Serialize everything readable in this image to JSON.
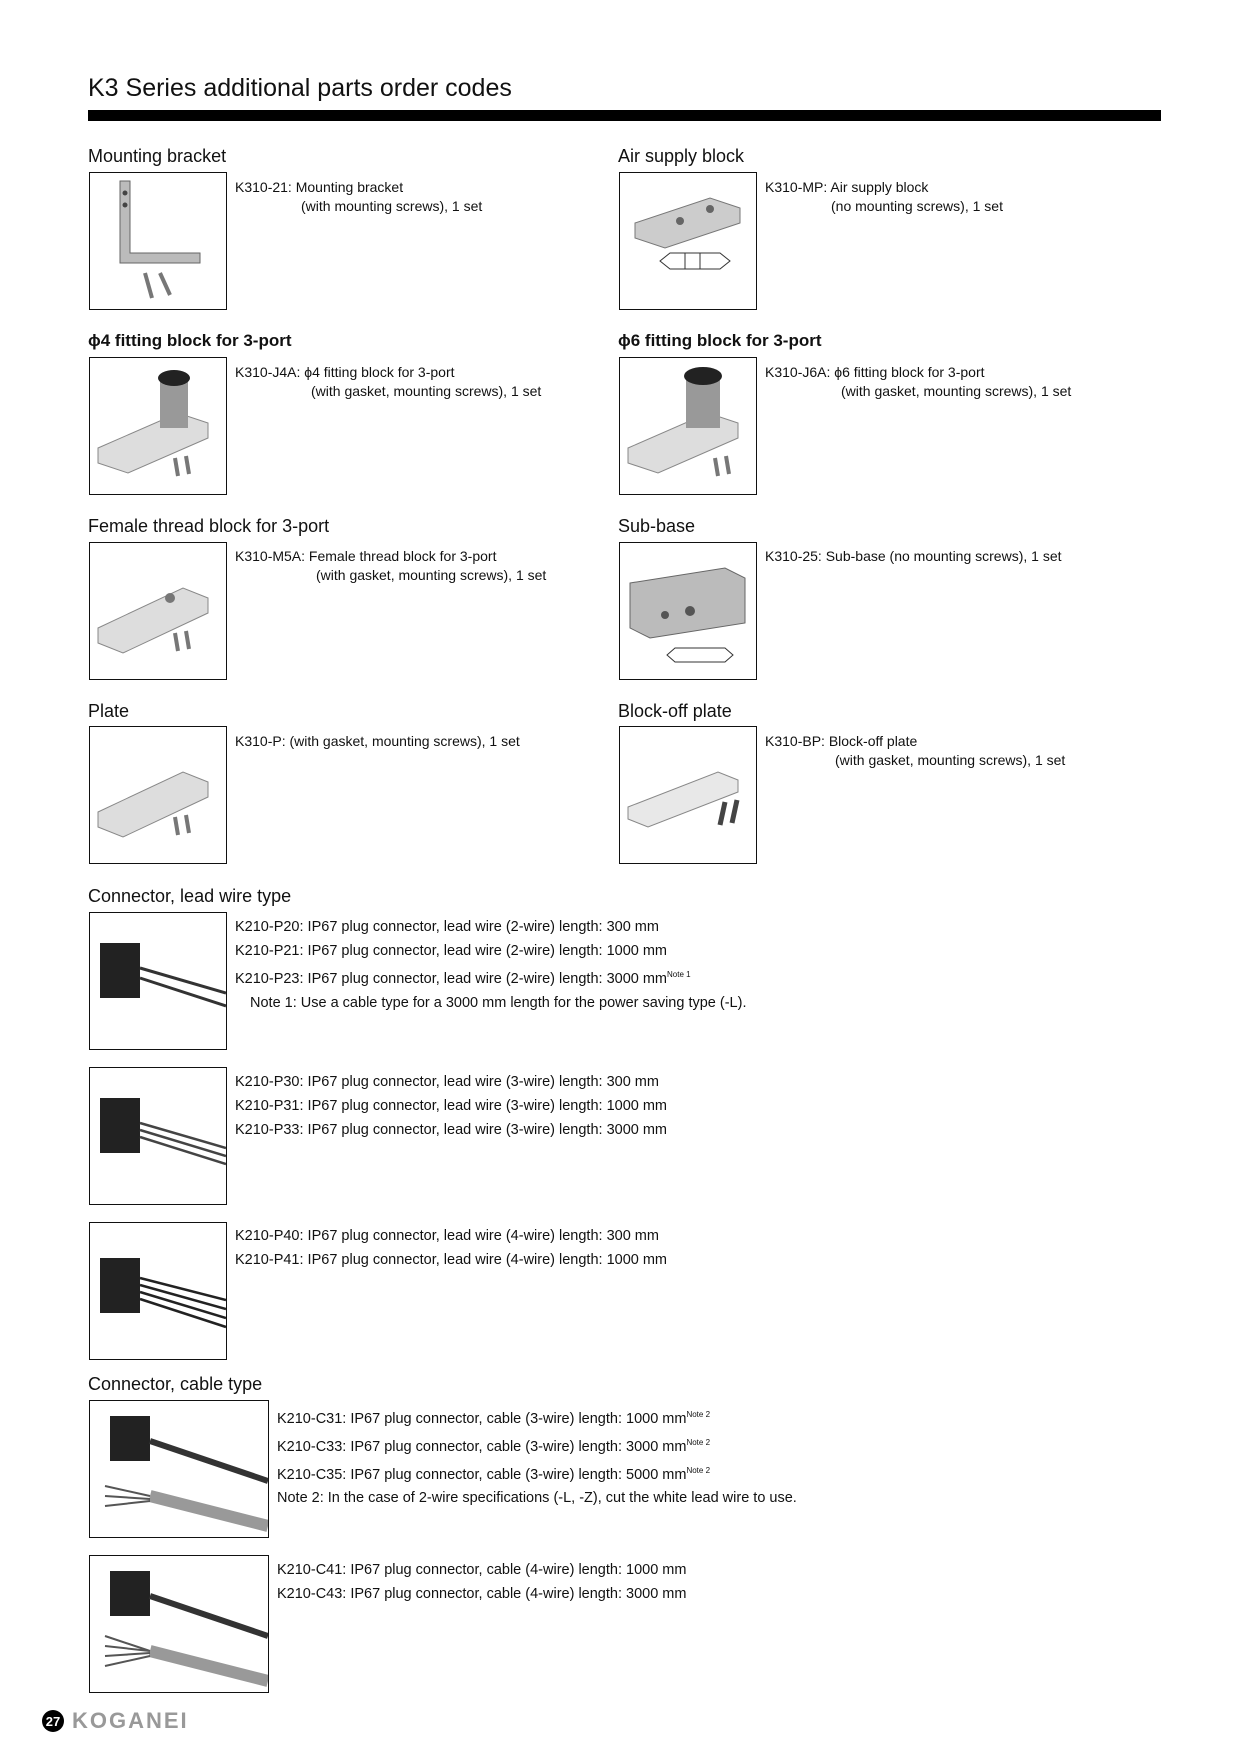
{
  "title": "K3 Series additional parts order codes",
  "parts": [
    {
      "heading": "Mounting bracket",
      "lines": [
        "K310-21: Mounting bracket",
        "(with mounting screws), 1 set"
      ]
    },
    {
      "heading": "Air supply block",
      "lines": [
        "K310-MP: Air supply block",
        "(no mounting screws), 1 set"
      ]
    },
    {
      "heading": "ϕ4 fitting block for 3-port",
      "lines": [
        "K310-J4A: ϕ4 fitting block for 3-port",
        "(with gasket, mounting screws), 1 set"
      ]
    },
    {
      "heading": "ϕ6 fitting block for 3-port",
      "lines": [
        "K310-J6A: ϕ6 fitting block for 3-port",
        "(with gasket, mounting screws), 1 set"
      ]
    },
    {
      "heading": "Female thread block for 3-port",
      "lines": [
        "K310-M5A: Female thread block for 3-port",
        "(with gasket, mounting screws), 1 set"
      ]
    },
    {
      "heading": "Sub-base",
      "lines": [
        "K310-25: Sub-base (no mounting screws), 1 set"
      ]
    },
    {
      "heading": "Plate",
      "lines": [
        "K310-P: (with gasket, mounting screws), 1 set"
      ]
    },
    {
      "heading": "Block-off plate",
      "lines": [
        "K310-BP: Block-off plate",
        "(with gasket, mounting screws), 1 set"
      ]
    }
  ],
  "lead": {
    "heading": "Connector, lead wire type",
    "g1": [
      "K210-P20: IP67 plug connector, lead wire (2-wire) length: 300 mm",
      "K210-P21: IP67 plug connector, lead wire (2-wire) length: 1000 mm",
      "K210-P23: IP67 plug connector, lead wire (2-wire) length: 3000 mm"
    ],
    "g1_sup": "Note 1",
    "note1": "Note 1: Use a cable type for a 3000 mm length for the power saving type (-L).",
    "g2": [
      "K210-P30: IP67 plug connector, lead wire (3-wire) length: 300 mm",
      "K210-P31: IP67 plug connector, lead wire (3-wire) length: 1000 mm",
      "K210-P33: IP67 plug connector, lead wire (3-wire) length: 3000 mm"
    ],
    "g3": [
      "K210-P40: IP67 plug connector, lead wire (4-wire) length: 300 mm",
      "K210-P41: IP67 plug connector, lead wire (4-wire) length: 1000 mm"
    ]
  },
  "cable": {
    "heading": "Connector, cable type",
    "g1": [
      "K210-C31: IP67 plug connector, cable (3-wire) length: 1000 mm",
      "K210-C33: IP67 plug connector, cable (3-wire) length: 3000 mm",
      "K210-C35: IP67 plug connector, cable (3-wire) length: 5000 mm"
    ],
    "sup": "Note 2",
    "note2": "Note 2: In the case of 2-wire specifications (-L, -Z), cut the white lead wire to use.",
    "g2": [
      "K210-C41: IP67 plug connector, cable (4-wire) length: 1000 mm",
      "K210-C43: IP67 plug connector, cable (4-wire) length: 3000 mm"
    ]
  },
  "footer": {
    "page": "27",
    "brand": "KOGANEI"
  }
}
